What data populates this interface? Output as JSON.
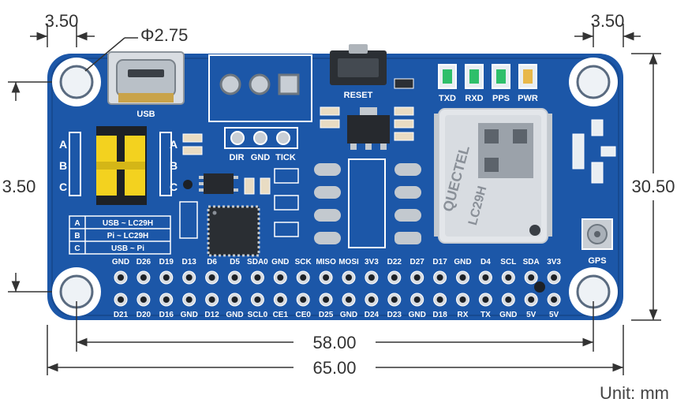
{
  "dimensions": {
    "hole_offset_left": "3.50",
    "hole_offset_right": "3.50",
    "hole_diameter": "Φ2.75",
    "hole_offset_vertical": "3.50",
    "board_height": "30.50",
    "hole_spacing": "58.00",
    "board_width": "65.00"
  },
  "unit_label": "Unit: mm",
  "board": {
    "usb_label": "USB",
    "reset_label": "RESET",
    "gps_label": "GPS",
    "terminal_labels": [
      "DIR",
      "GND",
      "TICK"
    ],
    "leds": [
      "TXD",
      "RXD",
      "PPS",
      "PWR"
    ],
    "jumper_rows": [
      "A",
      "B",
      "C"
    ],
    "mode_table": [
      {
        "key": "A",
        "value": "USB ~ LC29H"
      },
      {
        "key": "B",
        "value": "Pi ~ LC29H"
      },
      {
        "key": "C",
        "value": "USB ~ Pi"
      }
    ],
    "module_brand": "QUECTEL",
    "module_model": "LC29H",
    "header_top": [
      "GND",
      "D26",
      "D19",
      "D13",
      "D6",
      "D5",
      "SDA0",
      "GND",
      "SCK",
      "MISO",
      "MOSI",
      "3V3",
      "D22",
      "D27",
      "D17",
      "GND",
      "D4",
      "SCL",
      "SDA",
      "3V3"
    ],
    "header_bottom": [
      "D21",
      "D20",
      "D16",
      "GND",
      "D12",
      "GND",
      "SCL0",
      "CE1",
      "CE0",
      "D25",
      "GND",
      "D24",
      "D23",
      "GND",
      "D18",
      "RX",
      "TX",
      "GND",
      "5V",
      "5V"
    ]
  },
  "colors": {
    "pcb": "#1c57a8",
    "silkscreen": "#ffffff",
    "dimension_line": "#333333",
    "jumper": "#f3d21f"
  }
}
